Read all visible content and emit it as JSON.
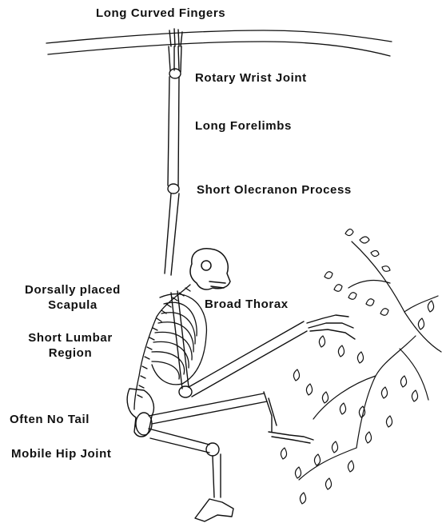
{
  "labels": {
    "fingers": "Long Curved Fingers",
    "wrist": "Rotary Wrist Joint",
    "forelimbs": "Long Forelimbs",
    "olecranon": "Short Olecranon Process",
    "scapula_line1": "Dorsally placed",
    "scapula_line2": "Scapula",
    "thorax": "Broad Thorax",
    "lumbar_line1": "Short Lumbar",
    "lumbar_line2": "Region",
    "tail": "Often No Tail",
    "hip": "Mobile Hip Joint"
  },
  "colors": {
    "ink": "#111111",
    "background": "#ffffff"
  }
}
